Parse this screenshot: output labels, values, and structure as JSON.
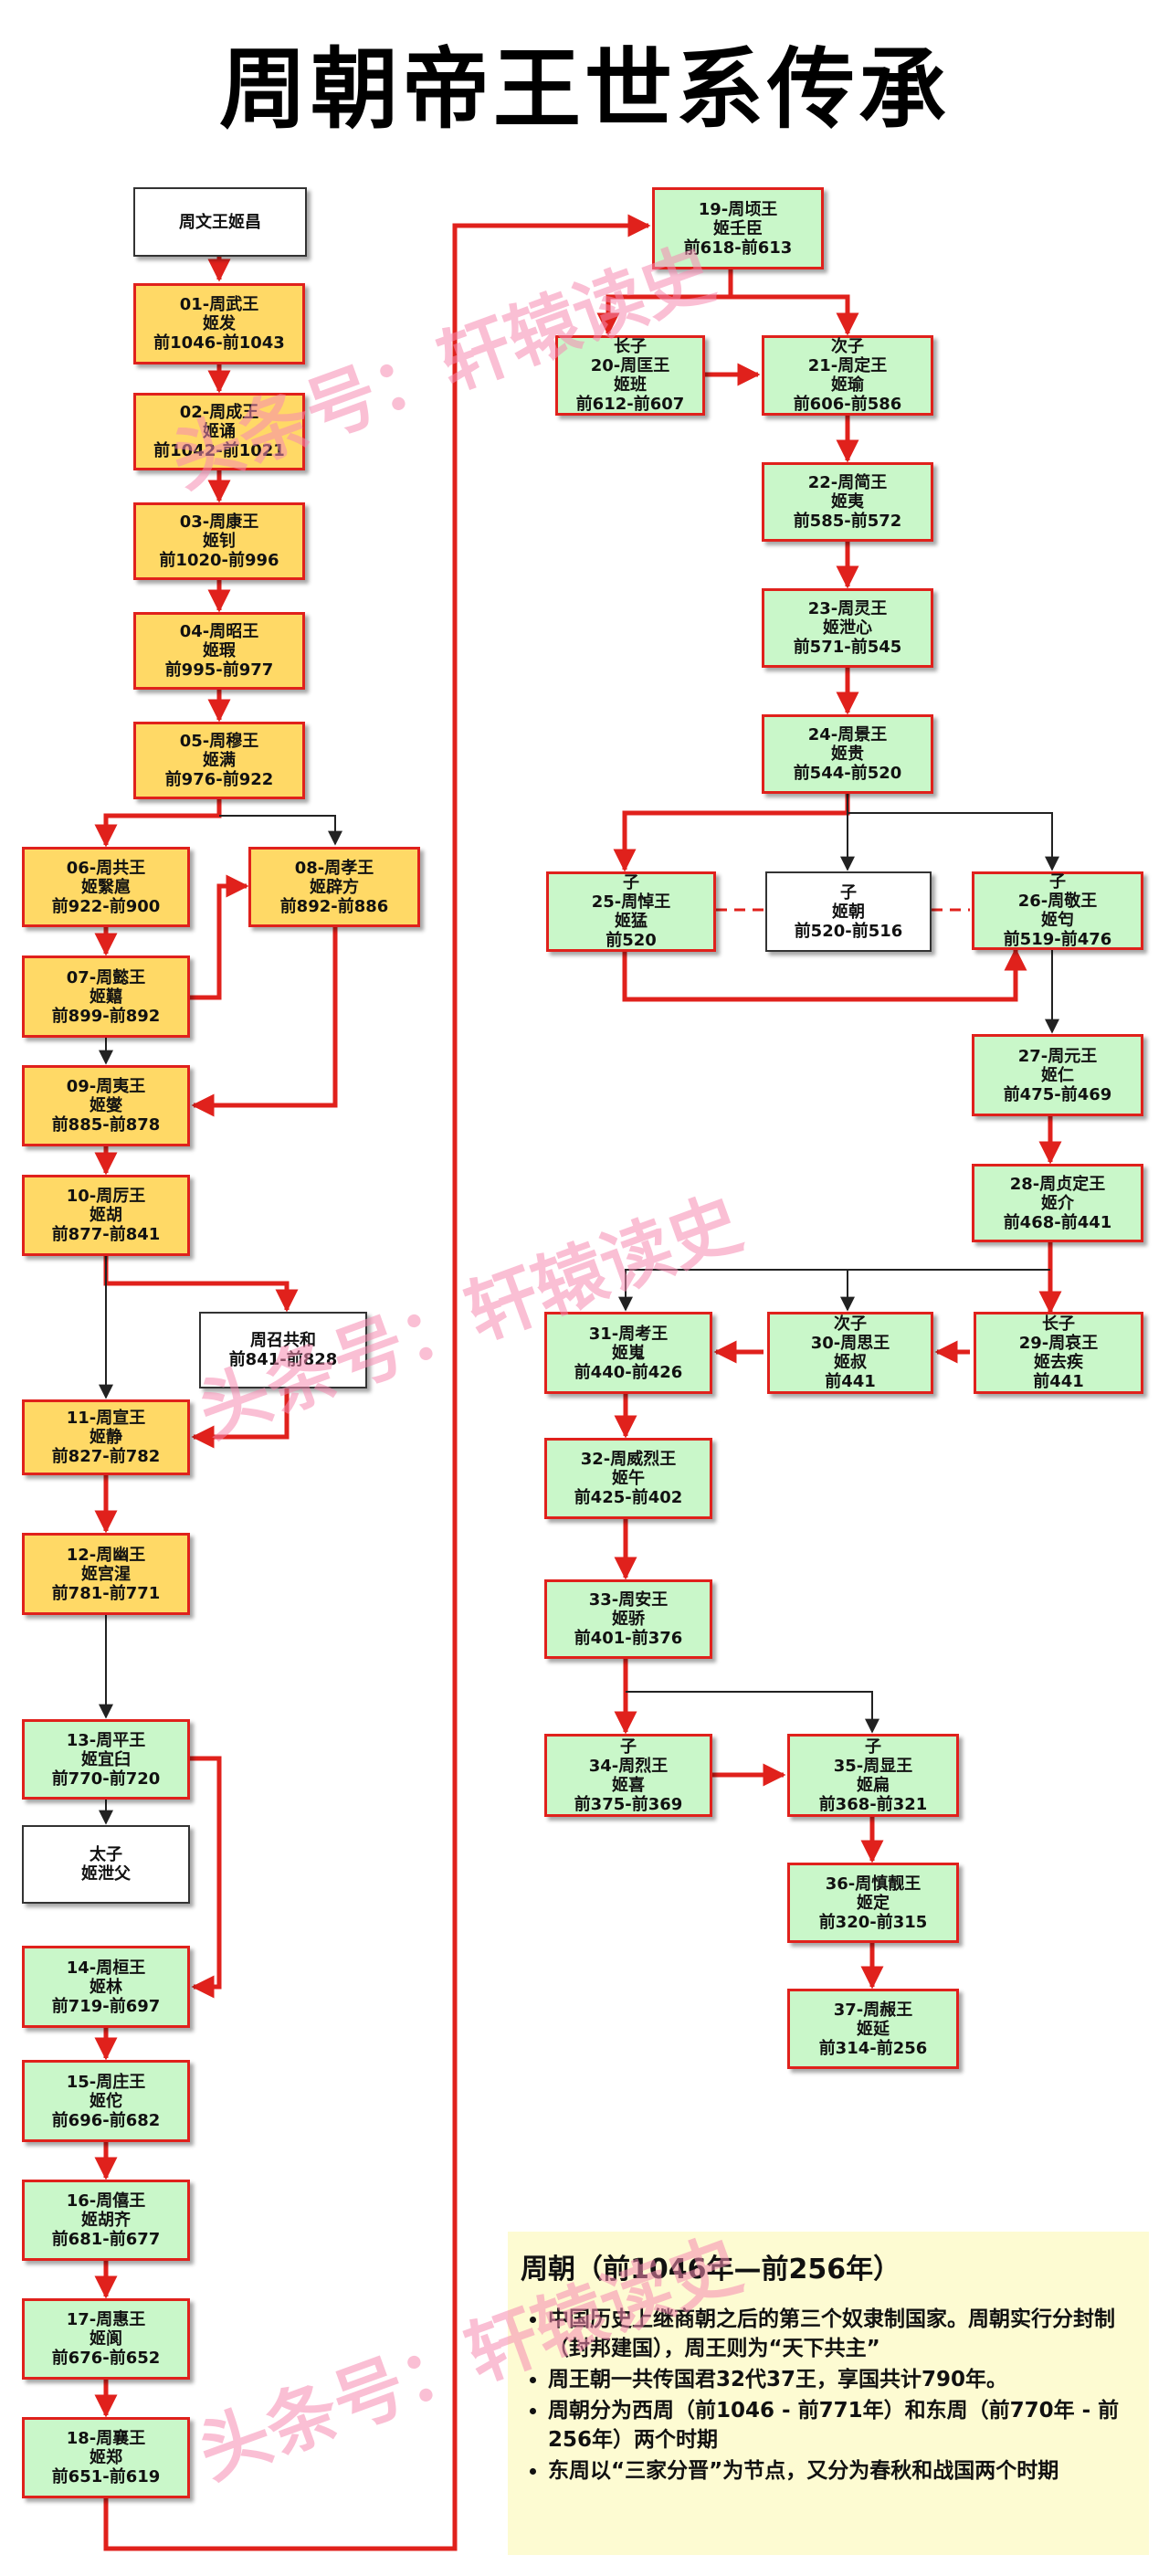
{
  "title": "周朝帝王世系传承",
  "start": {
    "name": "周文王姬昌"
  },
  "kings": {
    "k01": {
      "line1": "01-周武王",
      "line2": "姬发",
      "line3": "前1046-前1043"
    },
    "k02": {
      "line1": "02-周成王",
      "line2": "姬诵",
      "line3": "前1042-前1021"
    },
    "k03": {
      "line1": "03-周康王",
      "line2": "姬钊",
      "line3": "前1020-前996"
    },
    "k04": {
      "line1": "04-周昭王",
      "line2": "姬瑕",
      "line3": "前995-前977"
    },
    "k05": {
      "line1": "05-周穆王",
      "line2": "姬满",
      "line3": "前976-前922"
    },
    "k06": {
      "line1": "06-周共王",
      "line2": "姬繄扈",
      "line3": "前922-前900"
    },
    "k07": {
      "line1": "07-周懿王",
      "line2": "姬囏",
      "line3": "前899-前892"
    },
    "k08": {
      "line1": "08-周孝王",
      "line2": "姬辟方",
      "line3": "前892-前886"
    },
    "k09": {
      "line1": "09-周夷王",
      "line2": "姬燮",
      "line3": "前885-前878"
    },
    "k10": {
      "line1": "10-周厉王",
      "line2": "姬胡",
      "line3": "前877-前841"
    },
    "k11": {
      "line1": "11-周宣王",
      "line2": "姬静",
      "line3": "前827-前782"
    },
    "k12": {
      "line1": "12-周幽王",
      "line2": "姬宫湦",
      "line3": "前781-前771"
    },
    "k13": {
      "line1": "13-周平王",
      "line2": "姬宜臼",
      "line3": "前770-前720"
    },
    "k14": {
      "line1": "14-周桓王",
      "line2": "姬林",
      "line3": "前719-前697"
    },
    "k15": {
      "line1": "15-周庄王",
      "line2": "姬佗",
      "line3": "前696-前682"
    },
    "k16": {
      "line1": "16-周僖王",
      "line2": "姬胡齐",
      "line3": "前681-前677"
    },
    "k17": {
      "line1": "17-周惠王",
      "line2": "姬阆",
      "line3": "前676-前652"
    },
    "k18": {
      "line1": "18-周襄王",
      "line2": "姬郑",
      "line3": "前651-前619"
    },
    "k19": {
      "line1": "19-周顷王",
      "line2": "姬壬臣",
      "line3": "前618-前613"
    },
    "k20": {
      "line0": "长子",
      "line1": "20-周匡王",
      "line2": "姬班",
      "line3": "前612-前607"
    },
    "k21": {
      "line0": "次子",
      "line1": "21-周定王",
      "line2": "姬瑜",
      "line3": "前606-前586"
    },
    "k22": {
      "line1": "22-周简王",
      "line2": "姬夷",
      "line3": "前585-前572"
    },
    "k23": {
      "line1": "23-周灵王",
      "line2": "姬泄心",
      "line3": "前571-前545"
    },
    "k24": {
      "line1": "24-周景王",
      "line2": "姬贵",
      "line3": "前544-前520"
    },
    "k25": {
      "line0": "子",
      "line1": "25-周悼王",
      "line2": "姬猛",
      "line3": "前520"
    },
    "k26": {
      "line0": "子",
      "line1": "26-周敬王",
      "line2": "姬匄",
      "line3": "前519-前476"
    },
    "k27": {
      "line1": "27-周元王",
      "line2": "姬仁",
      "line3": "前475-前469"
    },
    "k28": {
      "line1": "28-周贞定王",
      "line2": "姬介",
      "line3": "前468-前441"
    },
    "k29": {
      "line0": "长子",
      "line1": "29-周哀王",
      "line2": "姬去疾",
      "line3": "前441"
    },
    "k30": {
      "line0": "次子",
      "line1": "30-周思王",
      "line2": "姬叔",
      "line3": "前441"
    },
    "k31": {
      "line1": "31-周考王",
      "line2": "姬嵬",
      "line3": "前440-前426"
    },
    "k32": {
      "line1": "32-周威烈王",
      "line2": "姬午",
      "line3": "前425-前402"
    },
    "k33": {
      "line1": "33-周安王",
      "line2": "姬骄",
      "line3": "前401-前376"
    },
    "k34": {
      "line0": "子",
      "line1": "34-周烈王",
      "line2": "姬喜",
      "line3": "前375-前369"
    },
    "k35": {
      "line0": "子",
      "line1": "35-周显王",
      "line2": "姬扁",
      "line3": "前368-前321"
    },
    "k36": {
      "line1": "36-周慎靓王",
      "line2": "姬定",
      "line3": "前320-前315"
    },
    "k37": {
      "line1": "37-周赧王",
      "line2": "姬延",
      "line3": "前314-前256"
    }
  },
  "others": {
    "gonghe": {
      "line1": "周召共和",
      "line2": "前841-前828"
    },
    "taizi": {
      "line1": "太子",
      "line2": "姬泄父"
    },
    "zichao": {
      "line1": "子",
      "line2": "姬朝",
      "line3": "前520-前516"
    }
  },
  "summary": {
    "title": "周朝（前1046年—前256年）",
    "bullets": [
      "中国历史上继商朝之后的第三个奴隶制国家。周朝实行分封制（封邦建国），周王则为“天下共主”",
      "周王朝一共传国君32代37王，享国共计790年。",
      "周朝分为西周（前1046 - 前771年）和东周（前770年 - 前256年）两个时期",
      "东周以“三家分晋”为节点，又分为春秋和战国两个时期"
    ]
  },
  "watermark": "头条号：轩辕读史",
  "colors": {
    "line_red": "#e0211c",
    "west_zhou_fill": "#ffd966",
    "east_zhou_fill": "#c9f7c9",
    "note_bg": "#fdfbd2",
    "watermark": "#f68ab0"
  }
}
